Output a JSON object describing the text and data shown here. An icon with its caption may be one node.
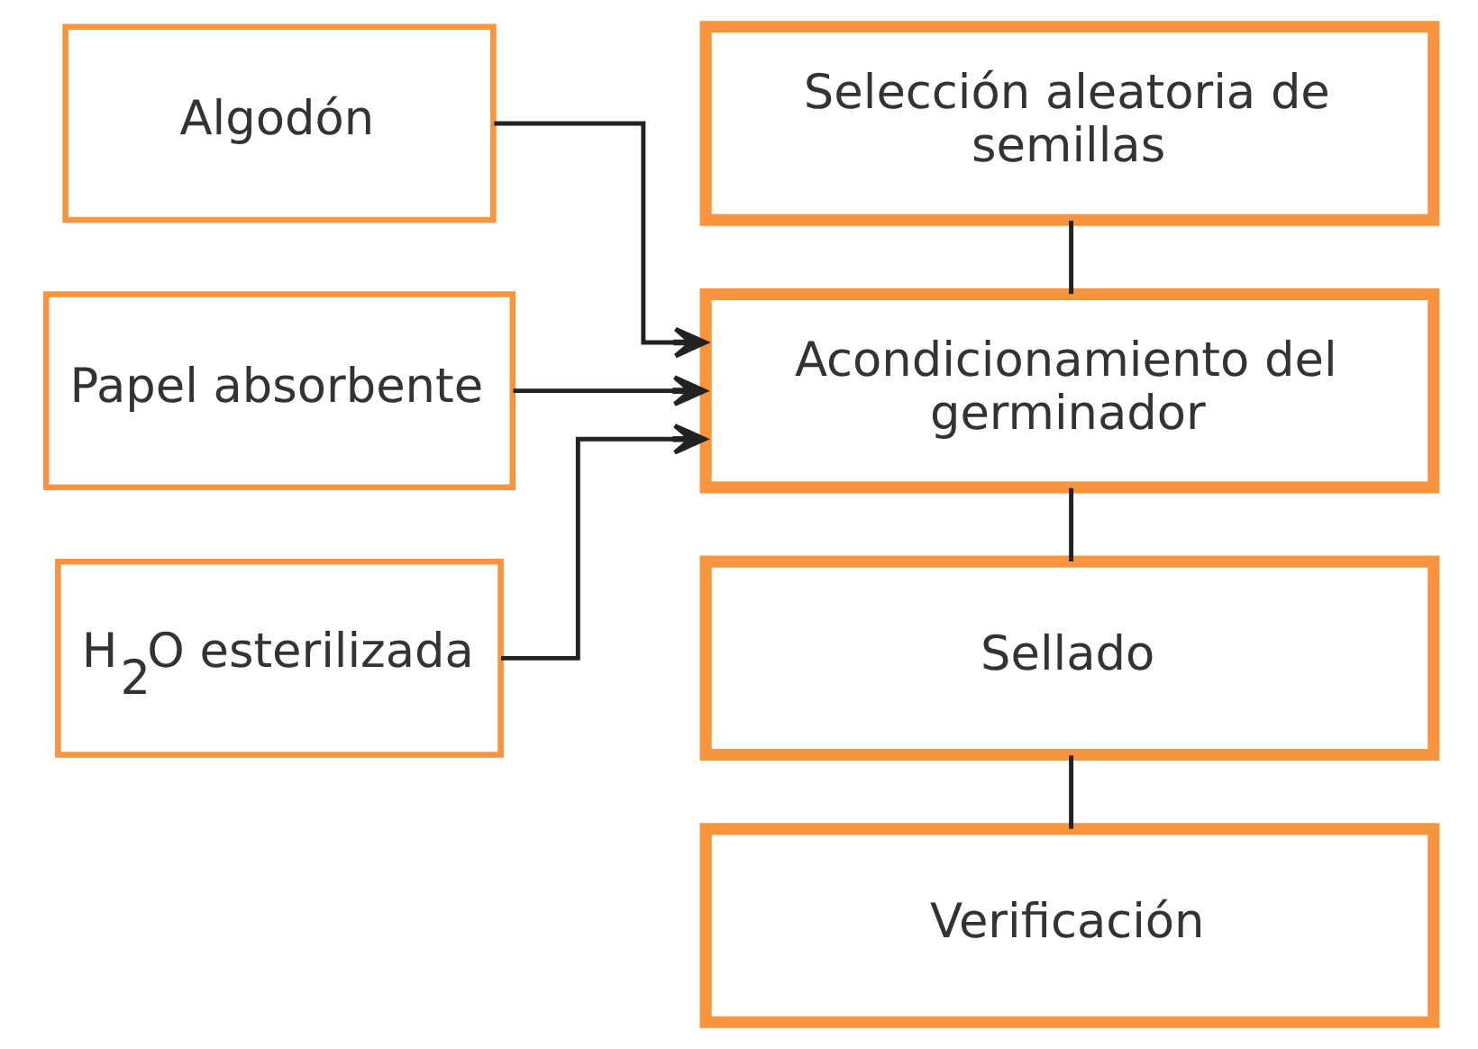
{
  "diagram": {
    "nodes": [
      {
        "text": [
          "Algodón"
        ]
      },
      {
        "text": [
          "Papel absorbente"
        ]
      },
      {
        "text": [
          "H$_{2}$O esterilizada"
        ]
      },
      {
        "text": [
          "Selección aleatoria de semillas"
        ]
      },
      {
        "text": [
          "Acondicionamiento del germinador"
        ]
      },
      {
        "text": [
          "Sellado"
        ]
      },
      {
        "text": [
          "Verificación"
        ]
      }
    ],
    "edges": [
      {
        "from": 0,
        "to": 4,
        "arrow": "to"
      },
      {
        "from": 1,
        "to": 4,
        "arrow": "to"
      },
      {
        "from": 2,
        "to": 4,
        "arrow": "to"
      },
      {
        "from": 3,
        "to": 4,
        "arrow": "none"
      },
      {
        "from": 4,
        "to": 5,
        "arrow": "none"
      },
      {
        "from": 5,
        "to": 6,
        "arrow": "none"
      }
    ]
  }
}
